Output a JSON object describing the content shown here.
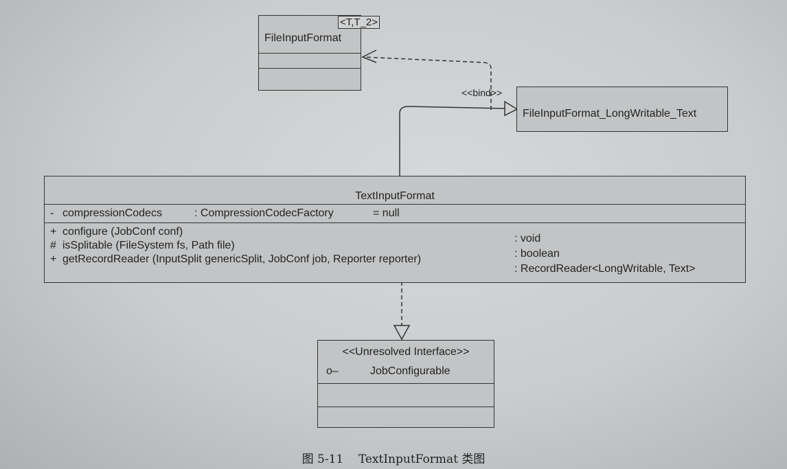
{
  "classes": {
    "file_input_format": {
      "name": "FileInputFormat",
      "template_params": "<T,T_2>"
    },
    "bound": {
      "name": "FileInputFormat_LongWritable_Text"
    },
    "text_input_format": {
      "name": "TextInputFormat",
      "attributes": [
        {
          "visibility": "-",
          "name": "compressionCodecs",
          "type": ": CompressionCodecFactory",
          "default": "= null"
        }
      ],
      "operations": [
        {
          "visibility": "+",
          "signature": "configure (JobConf conf)",
          "return": ": void"
        },
        {
          "visibility": "#",
          "signature": "isSplitable (FileSystem fs, Path file)",
          "return": ": boolean"
        },
        {
          "visibility": "+",
          "signature": "getRecordReader (InputSplit genericSplit, JobConf job, Reporter reporter)",
          "return": ": RecordReader<LongWritable, Text>"
        }
      ]
    },
    "job_configurable": {
      "stereotype": "<<Unresolved Interface>>",
      "name": "JobConfigurable",
      "icon": "o–"
    }
  },
  "relations": {
    "bind_label": "<<bind>>"
  },
  "caption": "图 5-11    TextInputFormat 类图"
}
